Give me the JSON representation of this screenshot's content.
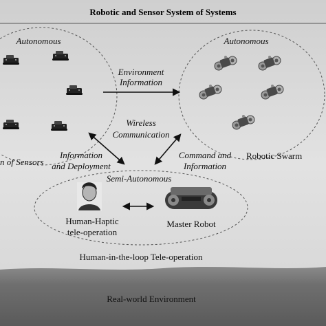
{
  "title": "Robotic and Sensor System of Systems",
  "sensors": {
    "mode": "Autonomous",
    "caption": "n of Sensors"
  },
  "swarm": {
    "mode": "Autonomous",
    "caption": "Robotic Swarm"
  },
  "arrows": {
    "environment_line1": "Environment",
    "environment_line2": "Information",
    "wireless_line1": "Wireless",
    "wireless_line2": "Communication",
    "info_deploy_line1": "Information",
    "info_deploy_line2": "and Deployment",
    "command_line1": "Command and",
    "command_line2": "Information"
  },
  "semi": {
    "mode": "Semi-Autonomous",
    "haptic_line1": "Human-Haptic",
    "haptic_line2": "tele-operation",
    "master": "Master Robot",
    "caption": "Human-in-the-loop Tele-operation"
  },
  "ground": {
    "label": "Real-world Environment"
  }
}
